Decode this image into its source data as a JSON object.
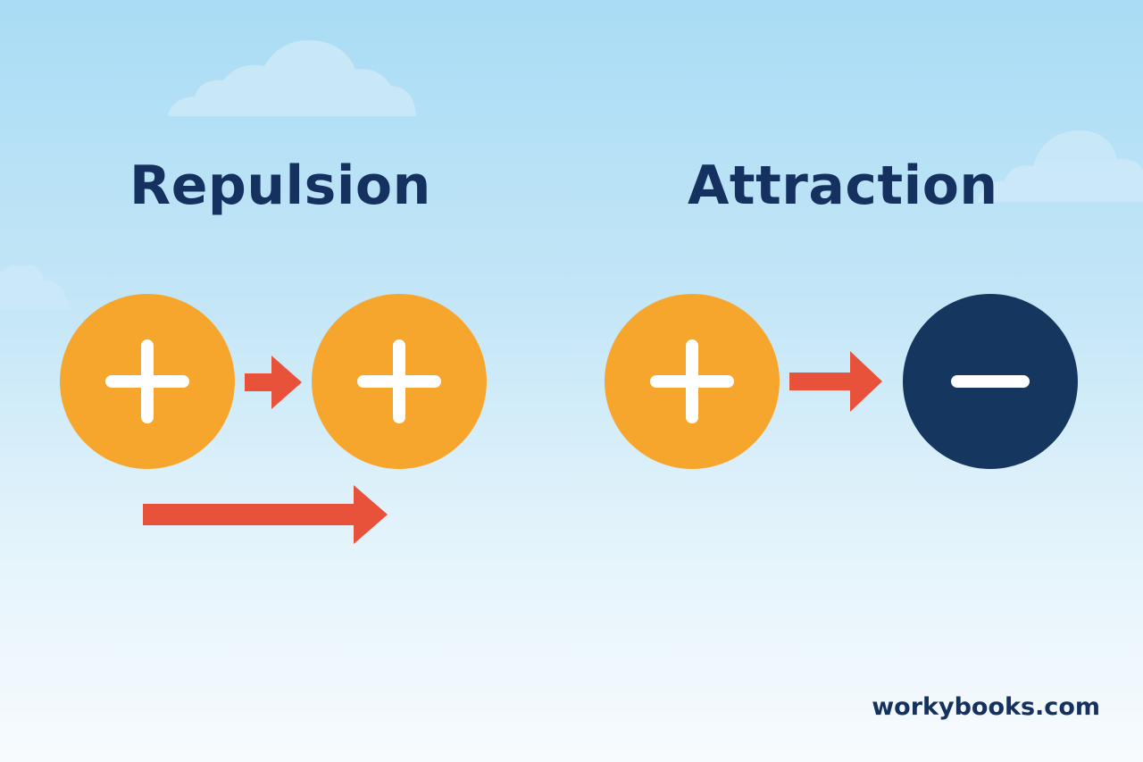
{
  "repulsion": {
    "title": "Repulsion",
    "charges": [
      "positive",
      "positive"
    ]
  },
  "attraction": {
    "title": "Attraction",
    "charges": [
      "positive",
      "negative"
    ]
  },
  "colors": {
    "positive": "#f7a62d",
    "negative": "#15375f",
    "arrow": "#e8523a",
    "title": "#15315f",
    "sign": "#ffffff"
  },
  "icons": {
    "positive": "plus-icon",
    "negative": "minus-icon",
    "arrow": "arrow-right-icon",
    "cloud": "cloud-icon"
  },
  "footer": {
    "site": "workybooks.com"
  }
}
